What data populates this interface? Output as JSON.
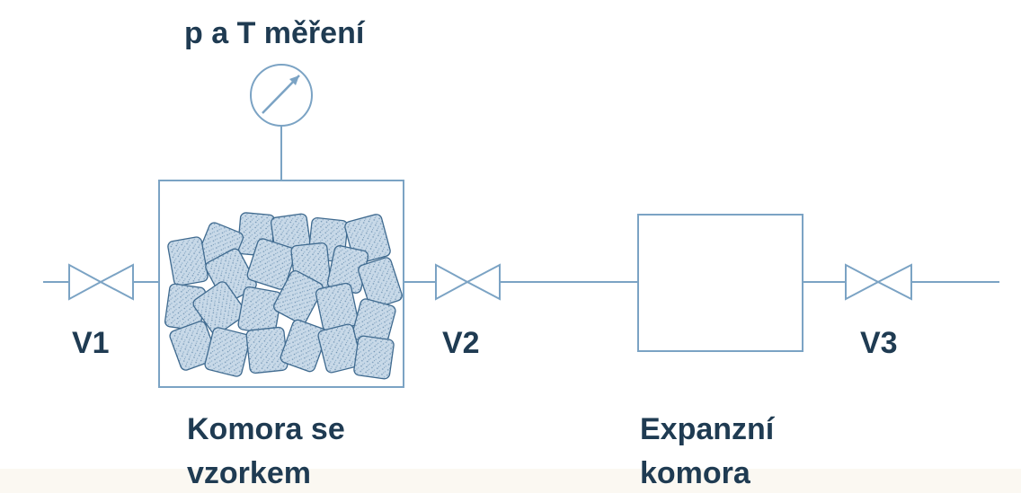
{
  "labels": {
    "measurement": "p a T měření",
    "valve_1": "V1",
    "valve_2": "V2",
    "valve_3": "V3",
    "sample_chamber_line1": "Komora se",
    "sample_chamber_line2": "vzorkem",
    "expansion_chamber_line1": "Expanzní",
    "expansion_chamber_line2": "komora"
  },
  "colors": {
    "line": "#7ba3c4",
    "sample_fill": "#c3d5e6",
    "text": "#1f3b52",
    "background": "#ffffff",
    "margin": "#fbf8f2"
  },
  "icons": [
    "pressure-gauge-icon",
    "valve-icon"
  ]
}
